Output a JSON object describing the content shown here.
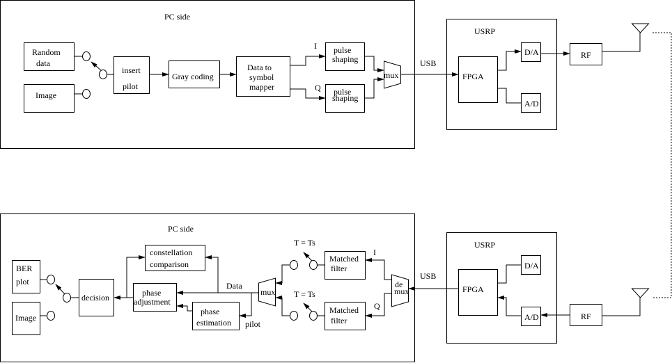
{
  "transmitter": {
    "pc_title": "PC side",
    "sources": {
      "random": [
        "Random",
        "data"
      ],
      "image": "Image"
    },
    "insert_pilot": [
      "insert",
      "pilot"
    ],
    "gray_coding": "Gray coding",
    "mapper": [
      "Data to",
      "symbol",
      "mapper"
    ],
    "i_label": "I",
    "q_label": "Q",
    "pulse_shaping": [
      "pulse",
      "shaping"
    ],
    "mux": "mux",
    "usb": "USB",
    "usrp": {
      "title": "USRP",
      "fpga": "FPGA",
      "da": "D/A",
      "ad": "A/D"
    },
    "rf": "RF"
  },
  "receiver": {
    "pc_title": "PC side",
    "sinks": {
      "ber": [
        "BER",
        "plot"
      ],
      "image": "Image"
    },
    "decision": "decision",
    "constellation": [
      "constellation",
      "comparison"
    ],
    "phase_adjustment": [
      "phase",
      "adjustment"
    ],
    "phase_estimation": [
      "phase",
      "estimation"
    ],
    "data_label": "Data",
    "pilot_label": "pilot",
    "mux": "mux",
    "sampler_label": "T = Ts",
    "matched_filter": [
      "Matched",
      "filter"
    ],
    "i_label": "I",
    "q_label": "Q",
    "demux": [
      "de",
      "mux"
    ],
    "usb": "USB",
    "usrp": {
      "title": "USRP",
      "fpga": "FPGA",
      "da": "D/A",
      "ad": "A/D"
    },
    "rf": "RF"
  }
}
